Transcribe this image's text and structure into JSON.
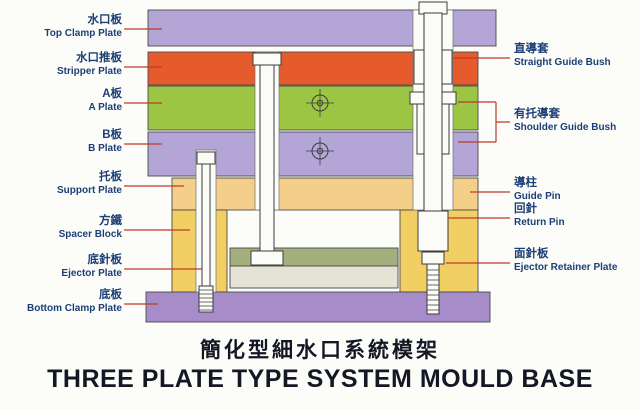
{
  "titles": {
    "zh": "簡化型細水口系統模架",
    "en": "THREE PLATE TYPE SYSTEM MOULD BASE"
  },
  "labels": {
    "left": [
      {
        "zh": "水口板",
        "en": "Top Clamp Plate"
      },
      {
        "zh": "水口推板",
        "en": "Stripper Plate"
      },
      {
        "zh": "A板",
        "en": "A Plate"
      },
      {
        "zh": "B板",
        "en": "B Plate"
      },
      {
        "zh": "托板",
        "en": "Support Plate"
      },
      {
        "zh": "方鐵",
        "en": "Spacer Block"
      },
      {
        "zh": "底針板",
        "en": "Ejector Plate"
      },
      {
        "zh": "底板",
        "en": "Bottom Clamp Plate"
      }
    ],
    "right": [
      {
        "zh": "直導套",
        "en": "Straight Guide Bush"
      },
      {
        "zh": "有托導套",
        "en": "Shoulder Guide Bush"
      },
      {
        "zh": "導柱",
        "en": "Guide Pin"
      },
      {
        "zh": "回針",
        "en": "Return Pin"
      },
      {
        "zh": "面針板",
        "en": "Ejector Retainer Plate"
      }
    ]
  },
  "colors": {
    "top_clamp_plate": "#b3a5d6",
    "stripper_plate": "#e65b2b",
    "a_plate": "#9dc544",
    "b_plate": "#b3a5d6",
    "support_plate": "#f4cf8a",
    "spacer_block": "#f2cf63",
    "ejector_retainer_plate": "#a3b07d",
    "ejector_plate": "#e4e3d6",
    "bottom_clamp_plate": "#a68cc8",
    "label_text": "#1c3f77",
    "leader_line": "#c03a28",
    "title_text": "#141824"
  }
}
